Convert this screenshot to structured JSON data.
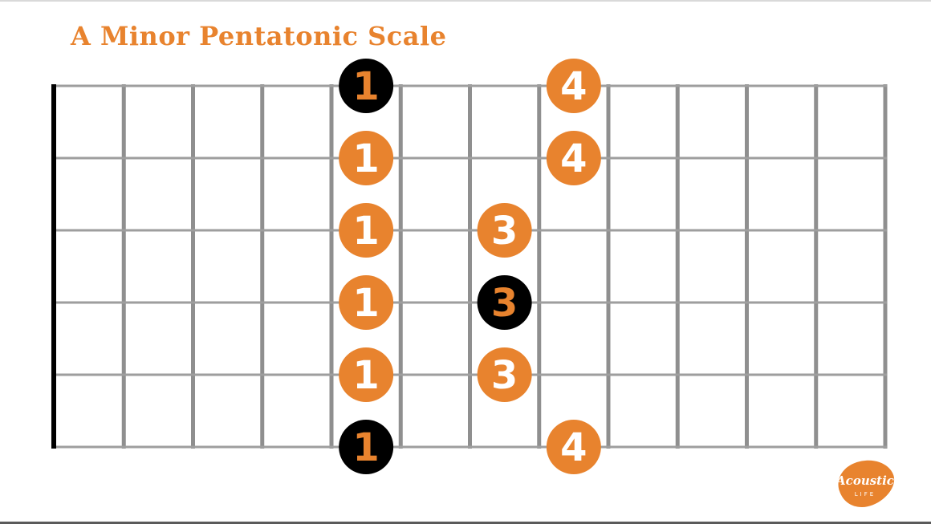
{
  "title": "A Minor Pentatonic Scale",
  "colors": {
    "accent": "#e8832e",
    "root": "#000000",
    "fret_line": "#8f8f8f",
    "string_line": "#9e9e9e",
    "nut": "#000000"
  },
  "fretboard": {
    "strings": 6,
    "frets": 12
  },
  "notes": [
    {
      "string": 1,
      "fret": 5,
      "label": "1",
      "root": true
    },
    {
      "string": 1,
      "fret": 8,
      "label": "4",
      "root": false
    },
    {
      "string": 2,
      "fret": 5,
      "label": "1",
      "root": false
    },
    {
      "string": 2,
      "fret": 8,
      "label": "4",
      "root": false
    },
    {
      "string": 3,
      "fret": 5,
      "label": "1",
      "root": false
    },
    {
      "string": 3,
      "fret": 7,
      "label": "3",
      "root": false
    },
    {
      "string": 4,
      "fret": 5,
      "label": "1",
      "root": false
    },
    {
      "string": 4,
      "fret": 7,
      "label": "3",
      "root": true
    },
    {
      "string": 5,
      "fret": 5,
      "label": "1",
      "root": false
    },
    {
      "string": 5,
      "fret": 7,
      "label": "3",
      "root": false
    },
    {
      "string": 6,
      "fret": 5,
      "label": "1",
      "root": true
    },
    {
      "string": 6,
      "fret": 8,
      "label": "4",
      "root": false
    }
  ],
  "logo": {
    "text_main": "Acoustic",
    "text_sub": "LIFE",
    "color": "#e8832e",
    "icon": "guitar-pick-logo"
  }
}
